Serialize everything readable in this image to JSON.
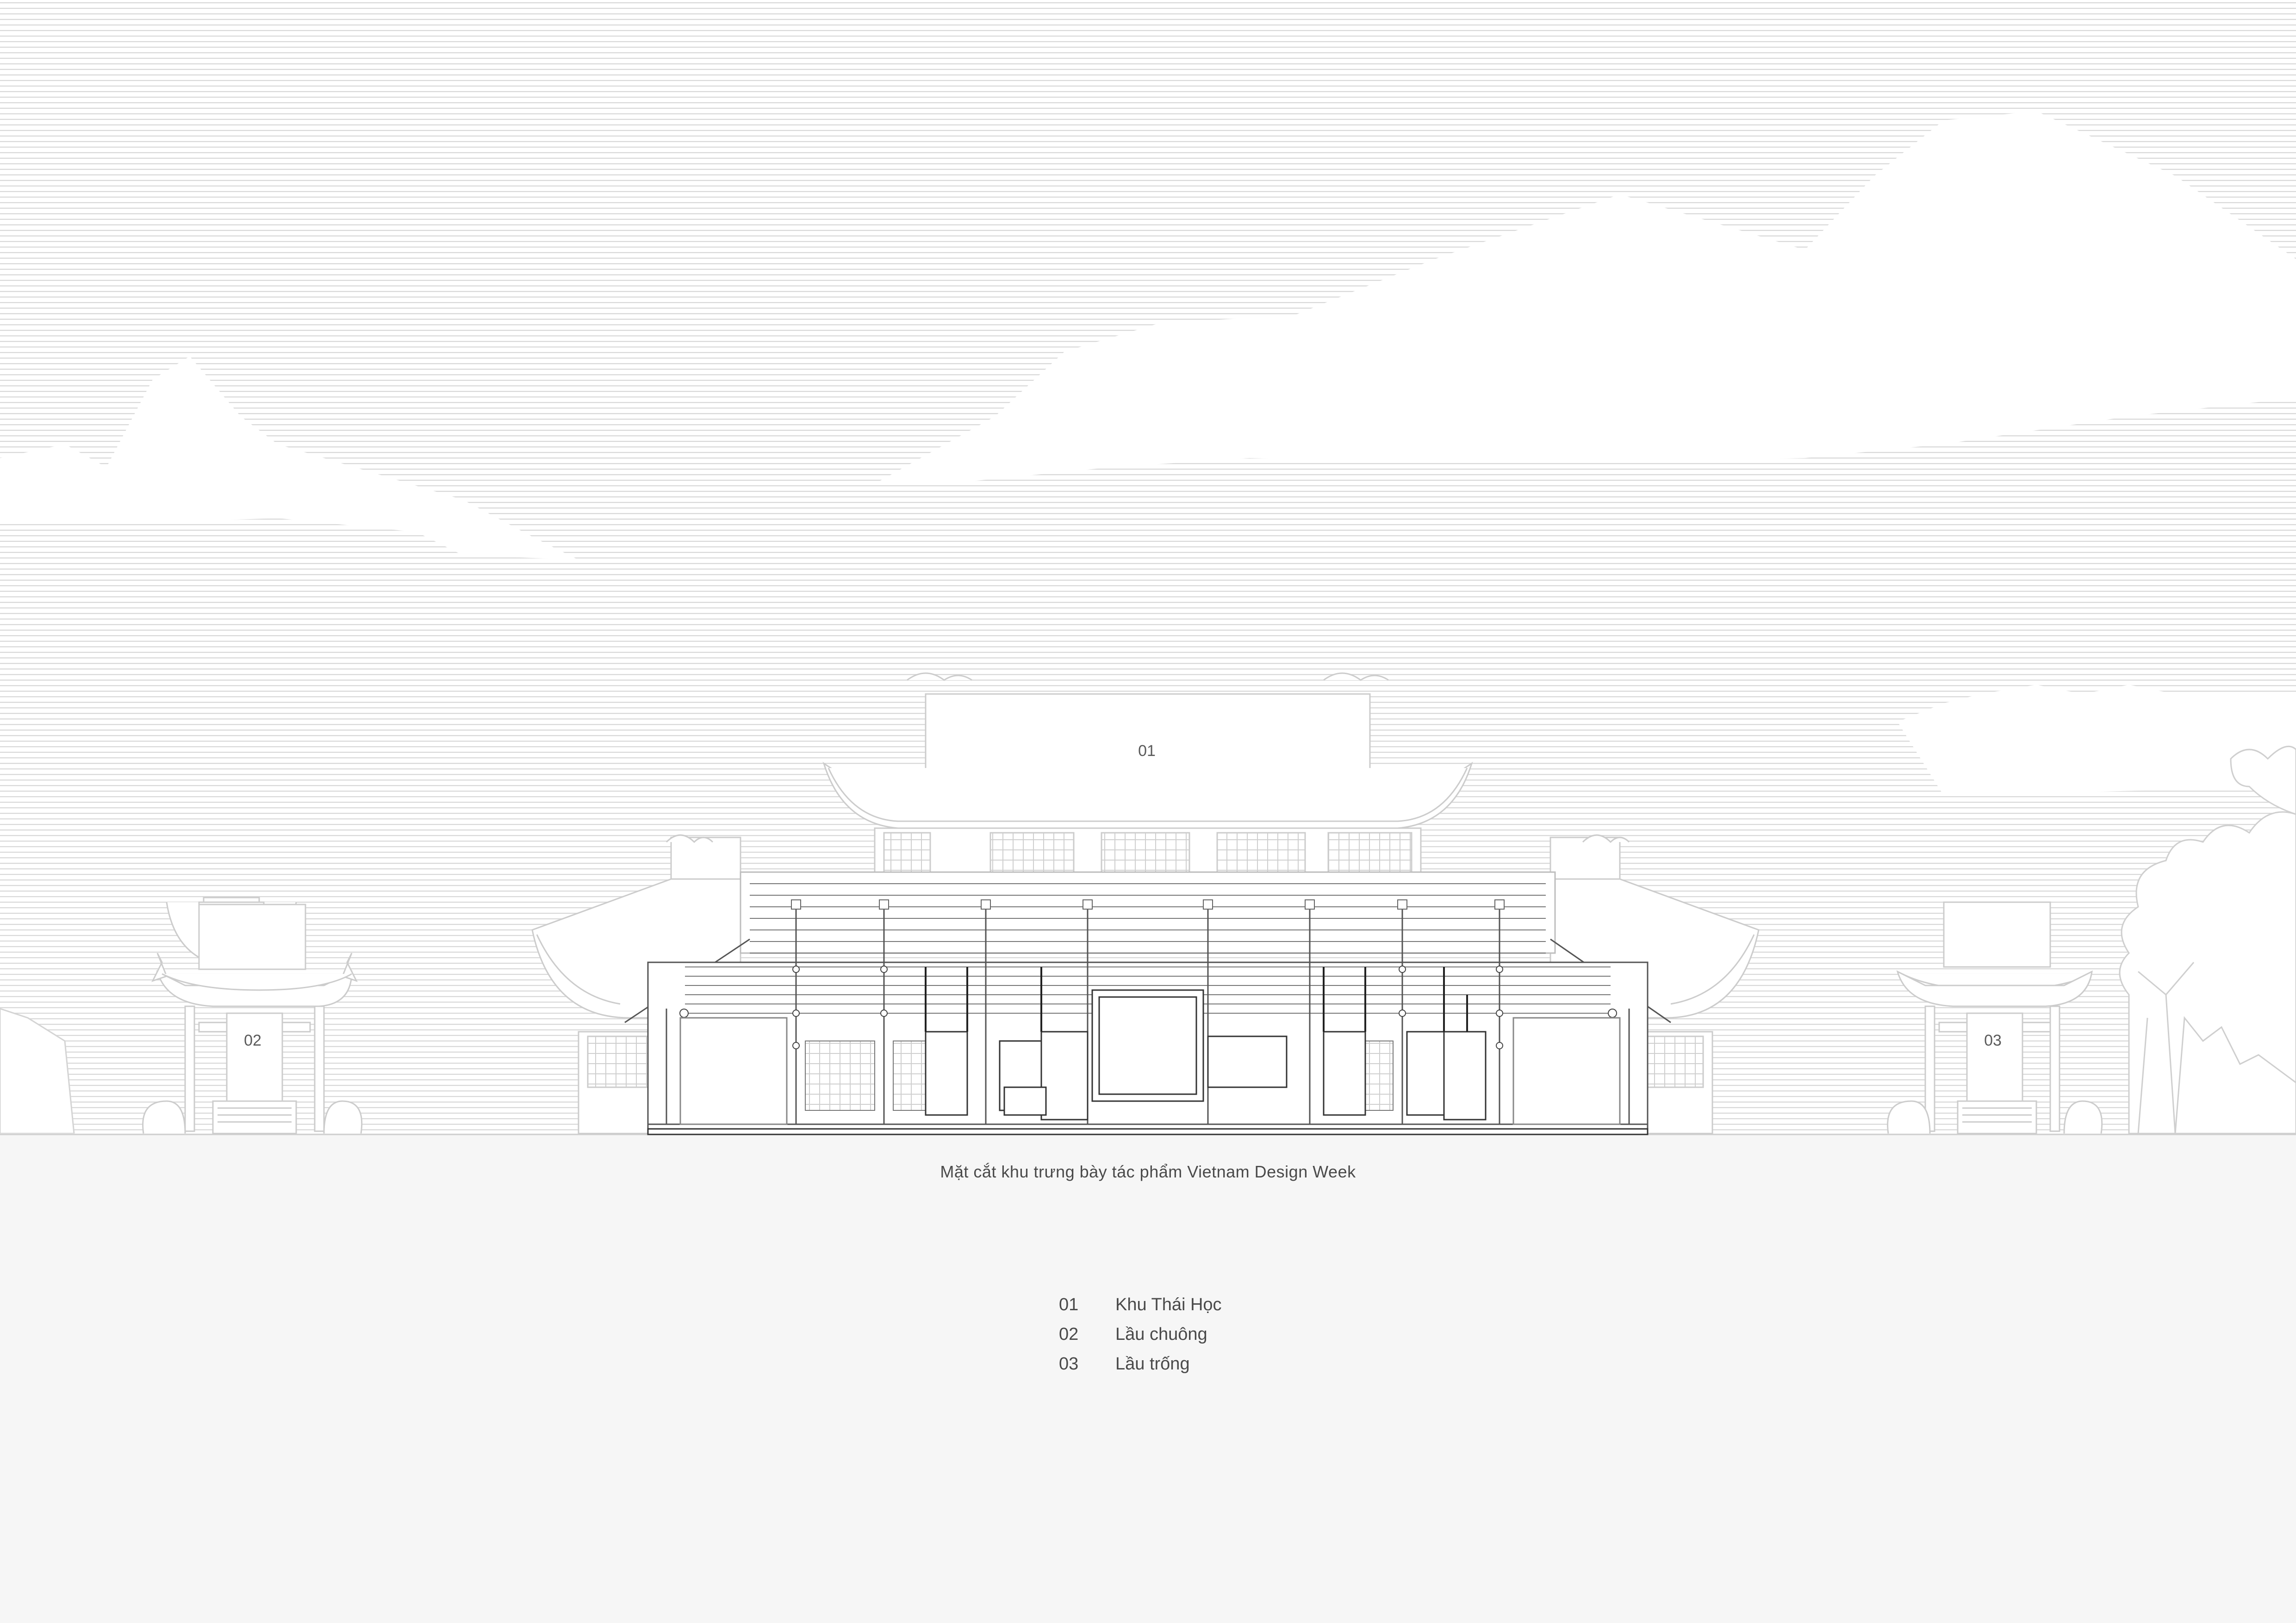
{
  "drawing": {
    "labels": {
      "main_hall": "01",
      "bell_tower": "02",
      "drum_tower": "03"
    },
    "line_color": "#d4d4d4",
    "structure_color": "#3a3a3a",
    "ground_color": "#f6f6f6",
    "sky_color": "#ffffff"
  },
  "caption": "Mặt cắt khu trưng bày tác phẩm Vietnam Design Week",
  "legend": [
    {
      "num": "01",
      "name": "Khu Thái Học"
    },
    {
      "num": "02",
      "name": "Lầu chuông"
    },
    {
      "num": "03",
      "name": "Lầu trống"
    }
  ]
}
